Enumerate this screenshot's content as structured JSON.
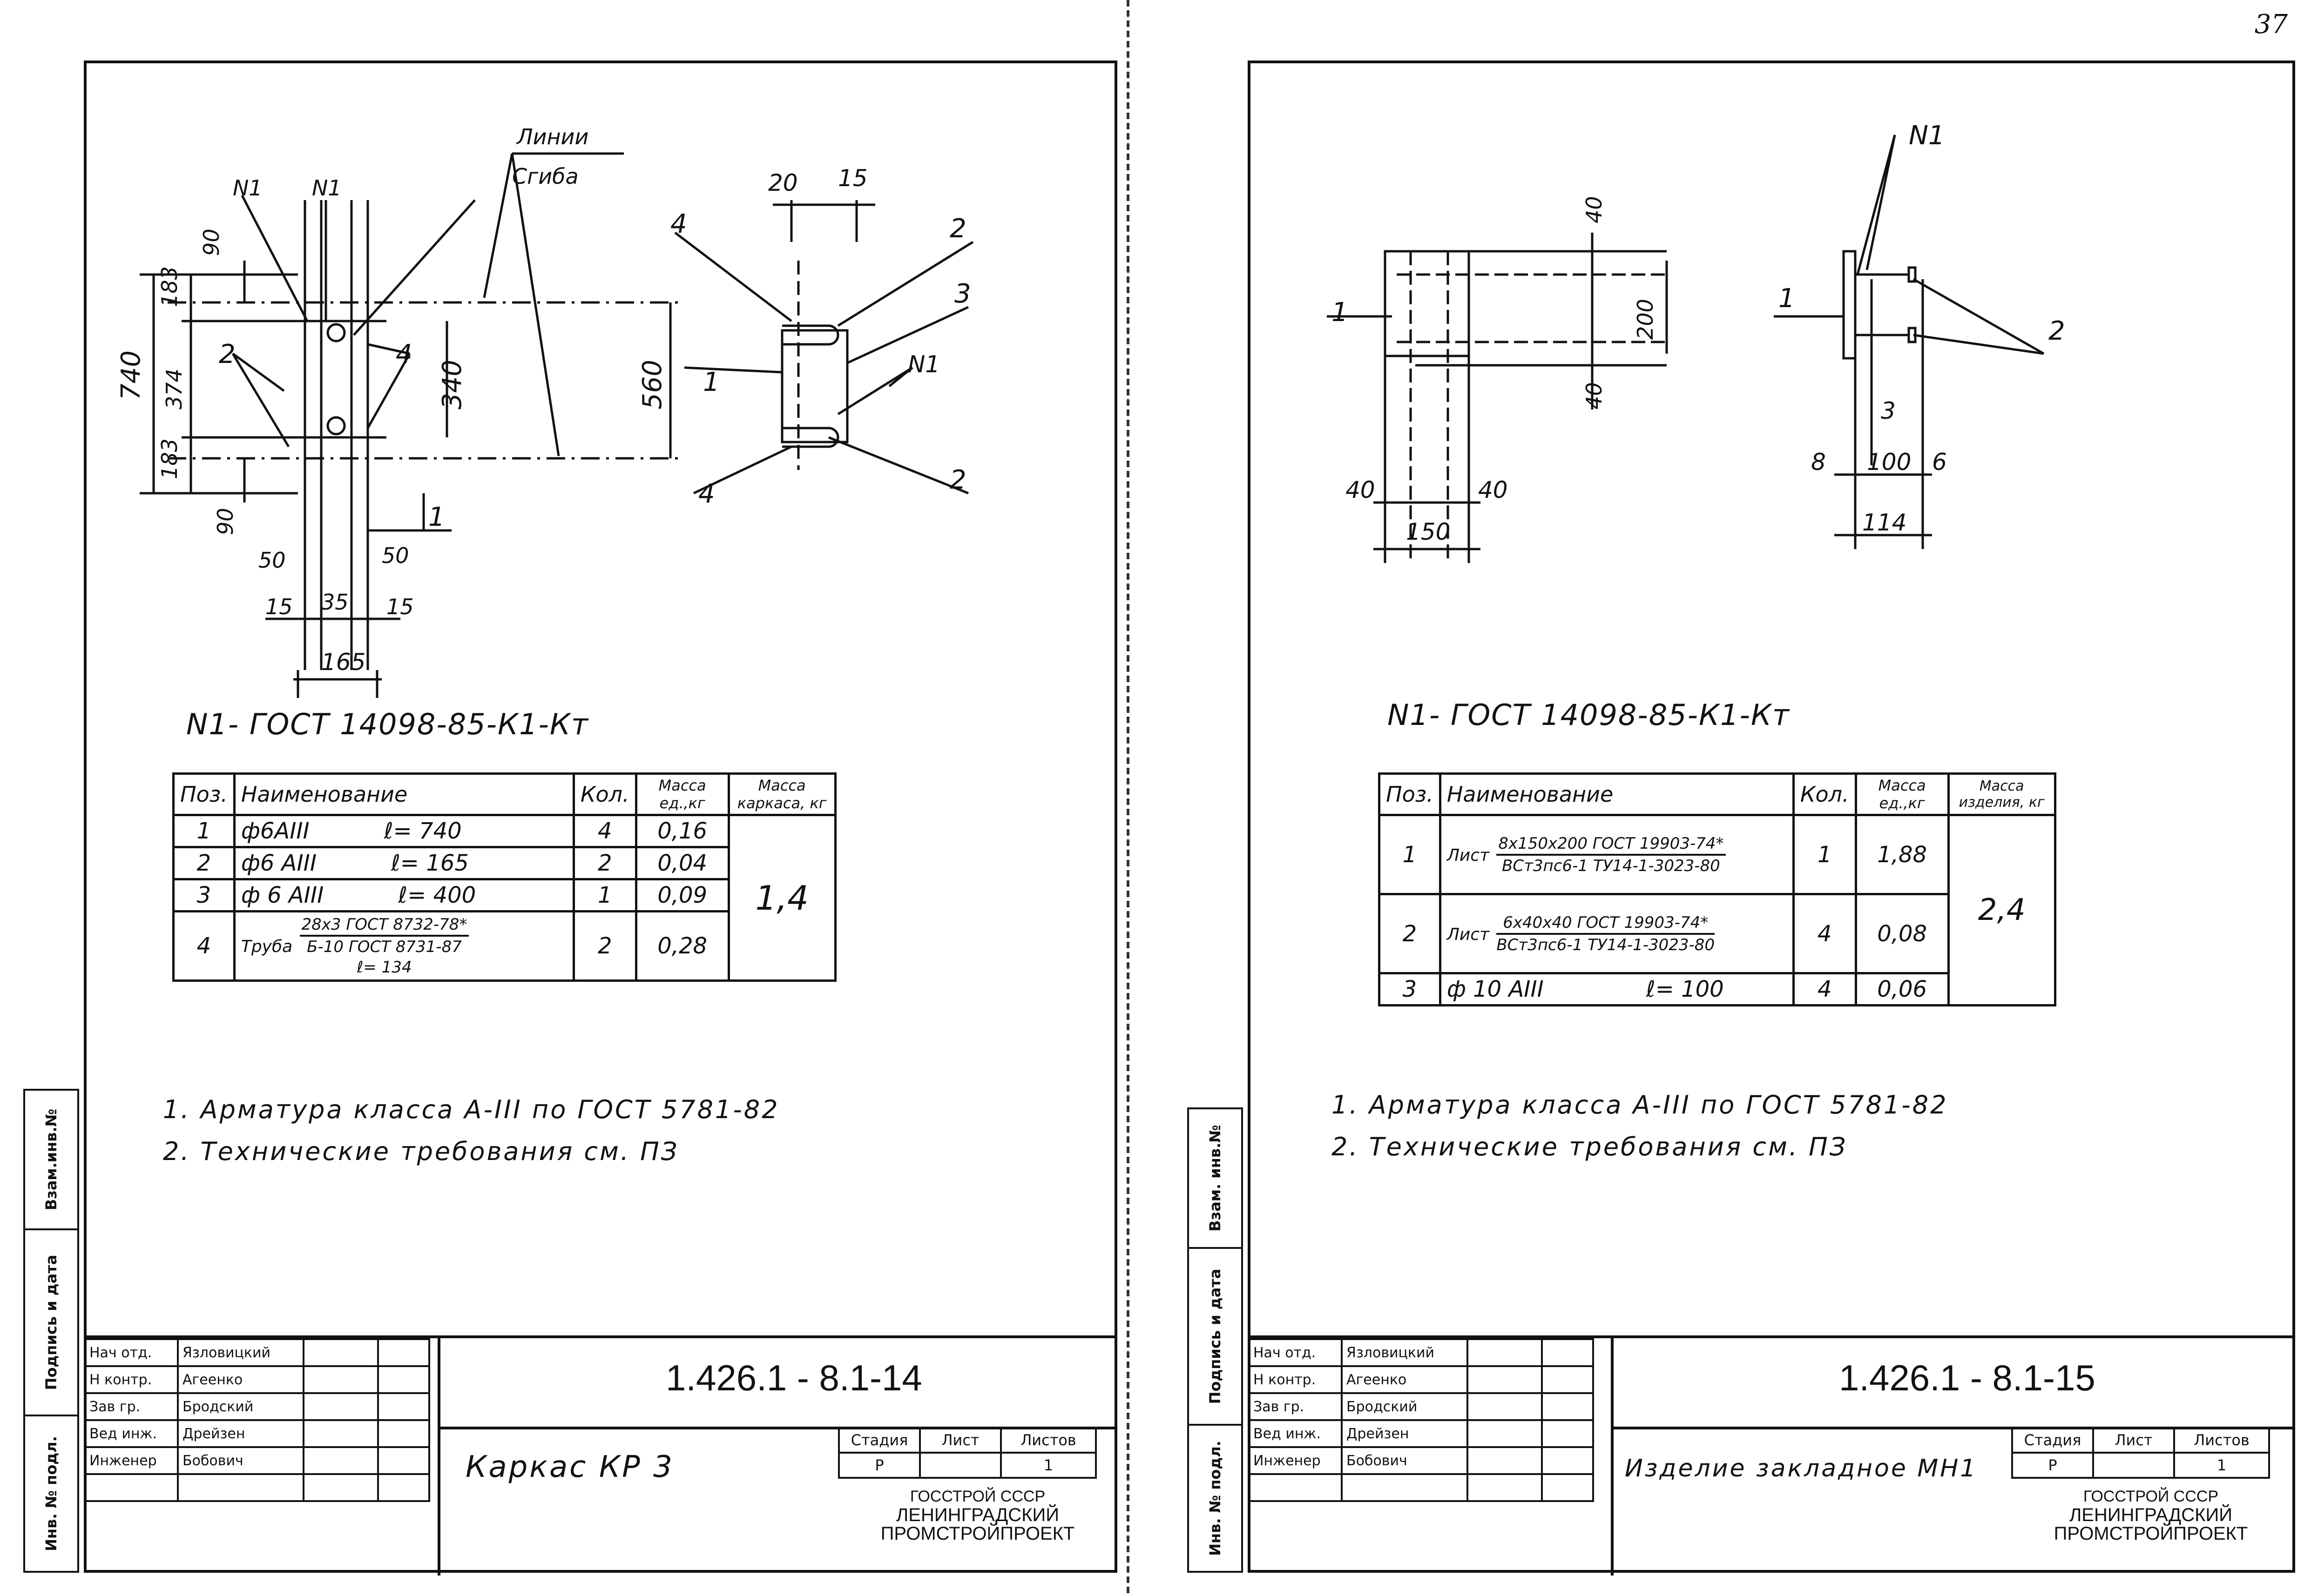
{
  "page_number": "37",
  "left": {
    "labels": {
      "bend_lines": [
        "Линии",
        "Сгиба"
      ],
      "n1a": "N1",
      "n1b": "N1",
      "d90a": "90",
      "d183a": "183",
      "d740": "740",
      "d374": "374",
      "d183b": "183",
      "d90b": "90",
      "d340": "340",
      "d560": "560",
      "p2": "2",
      "p4a": "4",
      "p1": "1",
      "d50a": "50",
      "d15a": "15",
      "d35": "35",
      "d50b": "50",
      "d15b": "15",
      "d165": "165",
      "d20": "20",
      "d15c": "15",
      "q4a": "4",
      "q2a": "2",
      "q3": "3",
      "q1": "1",
      "qn1": "N1",
      "q4b": "4",
      "q2b": "2"
    },
    "n1_title": "N1-   ГОСТ 14098-85-К1-Кт",
    "table": {
      "headers": [
        "Поз.",
        "Наименование",
        "Кол.",
        "Масса ед.,кг",
        "Масса каркаса, кг"
      ],
      "rows": [
        {
          "pos": "1",
          "name": "ф6АIII",
          "len": "ℓ= 740",
          "qty": "4",
          "mass": "0,16"
        },
        {
          "pos": "2",
          "name": "ф6 АIII",
          "len": "ℓ= 165",
          "qty": "2",
          "mass": "0,04"
        },
        {
          "pos": "3",
          "name": "ф 6 АIII",
          "len": "ℓ= 400",
          "qty": "1",
          "mass": "0,09"
        }
      ],
      "row4": {
        "pos": "4",
        "name": "Труба",
        "num": "28х3  ГОСТ 8732-78*",
        "den": "Б-10 ГОСТ 8731-87",
        "len": "ℓ= 134",
        "qty": "2",
        "mass": "0,28"
      },
      "total": "1,4"
    },
    "notes": [
      "1. Арматура  класса  А-III  по  ГОСТ 5781-82",
      "2. Технические  требования  см.  ПЗ"
    ],
    "stamp": {
      "roles": [
        "Нач отд.",
        "Н контр.",
        "Зав гр.",
        "Вед инж.",
        "Инженер"
      ],
      "names": [
        "Язловицкий",
        "Агеенко",
        "Бродский",
        "Дрейзен",
        "Бобович"
      ],
      "code": "1.426.1 - 8.1-14",
      "title": "Каркас  КР 3",
      "stage_headers": [
        "Стадия",
        "Лист",
        "Листов"
      ],
      "stage_values": [
        "Р",
        "",
        "1"
      ],
      "org": [
        "ГОССТРОЙ СССР",
        "ЛЕНИНГРАДСКИЙ",
        "ПРОМСТРОЙПРОЕКТ"
      ]
    },
    "side_strip": [
      "Инв. № подл.",
      "Подпись и дата",
      "Взам.инв.№"
    ]
  },
  "right": {
    "labels": {
      "p1a": "1",
      "d40a": "40",
      "d200": "200",
      "d40b": "40",
      "d40c": "40",
      "d40d": "40",
      "d150": "150",
      "n1": "N1",
      "p1b": "1",
      "p2": "2",
      "p3": "3",
      "d8": "8",
      "d100": "100",
      "d6": "6",
      "d114": "114"
    },
    "n1_title": "N1-  ГОСТ 14098-85-К1-Кт",
    "table": {
      "headers": [
        "Поз.",
        "Наименование",
        "Кол.",
        "Масса ед.,кг",
        "Масса изделия, кг"
      ],
      "row1": {
        "pos": "1",
        "name": "Лист",
        "num": "8х150х200 ГОСТ 19903-74*",
        "den": "ВСт3пс6-1 ТУ14-1-3023-80",
        "qty": "1",
        "mass": "1,88"
      },
      "row2": {
        "pos": "2",
        "name": "Лист",
        "num": "6х40х40 ГОСТ 19903-74*",
        "den": "ВСт3пс6-1 ТУ14-1-3023-80",
        "qty": "4",
        "mass": "0,08"
      },
      "row3": {
        "pos": "3",
        "name": "ф 10 АIII",
        "len": "ℓ= 100",
        "qty": "4",
        "mass": "0,06"
      },
      "total": "2,4"
    },
    "notes": [
      "1. Арматура  класса  А-III  по ГОСТ 5781-82",
      "2. Технические  требования  см. ПЗ"
    ],
    "stamp": {
      "roles": [
        "Нач отд.",
        "Н контр.",
        "Зав гр.",
        "Вед инж.",
        "Инженер"
      ],
      "names": [
        "Язловицкий",
        "Агеенко",
        "Бродский",
        "Дрейзен",
        "Бобович"
      ],
      "code": "1.426.1 - 8.1-15",
      "title": "Изделие  закладное  МН1",
      "stage_headers": [
        "Стадия",
        "Лист",
        "Листов"
      ],
      "stage_values": [
        "Р",
        "",
        "1"
      ],
      "org": [
        "ГОССТРОЙ СССР",
        "ЛЕНИНГРАДСКИЙ",
        "ПРОМСТРОЙПРОЕКТ"
      ]
    },
    "side_strip": [
      "Инв. № подл.",
      "Подпись и дата",
      "Взам. инв.№"
    ]
  }
}
